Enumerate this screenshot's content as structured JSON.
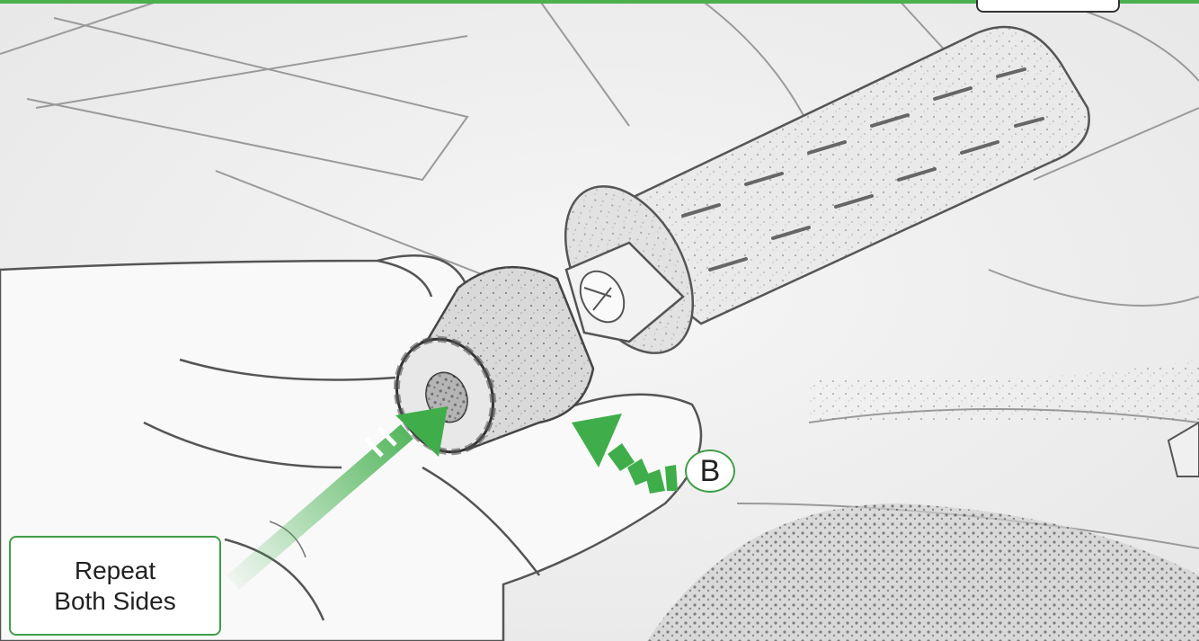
{
  "instruction": {
    "line1": "Repeat",
    "line2": "Both Sides"
  },
  "callout": {
    "letter": "B"
  },
  "colors": {
    "accent_green": "#4caf50",
    "arrow_green": "#3fae4a",
    "label_border": "#3f9e48"
  },
  "icons": {
    "insert_arrow": "arrow-up-right-icon",
    "rotate_arrow": "curved-arrow-icon"
  }
}
